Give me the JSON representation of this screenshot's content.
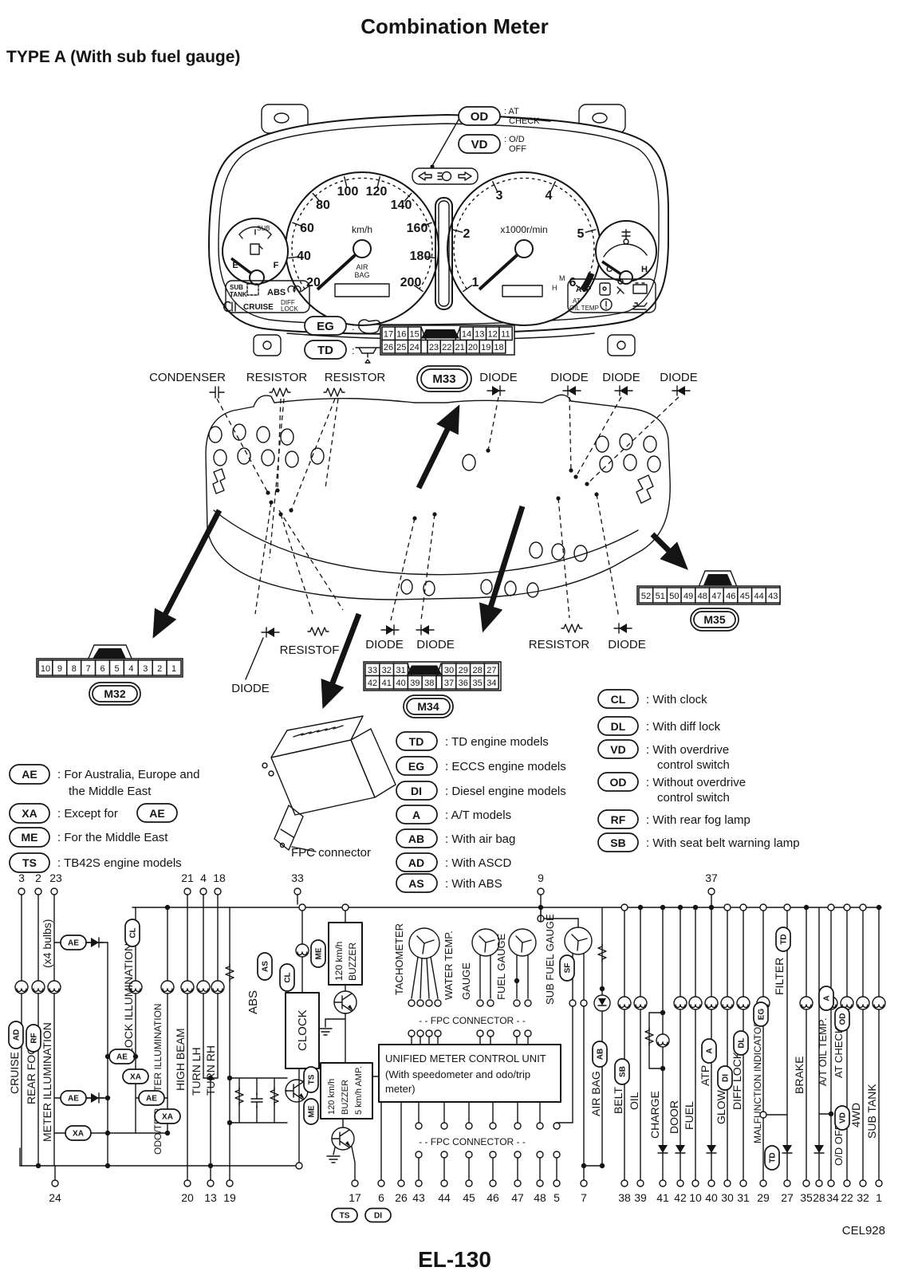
{
  "page": {
    "title": "Combination Meter",
    "subtitle": "TYPE A (With sub fuel gauge)",
    "page_number": "EL-130",
    "figure_code": "CEL928"
  },
  "misc": {
    "colon": ":"
  },
  "cluster": {
    "od": {
      "tag": "OD",
      "line1": ": AT",
      "line2": "CHECK"
    },
    "vd": {
      "tag": "VD",
      "line1": ": O/D",
      "line2": "OFF"
    },
    "speedo": {
      "unit": "km/h",
      "airbag1": "AIR",
      "airbag2": "BAG",
      "ticks": [
        "20",
        "40",
        "60",
        "80",
        "100",
        "120",
        "140",
        "160",
        "180",
        "200"
      ]
    },
    "tacho": {
      "unit": "x1000r/min",
      "m": "M",
      "h": "H",
      "ticks": [
        "1",
        "2",
        "3",
        "4",
        "5",
        "6"
      ]
    },
    "fuel": {
      "sub": "SUB",
      "e": "E",
      "f": "F"
    },
    "temp": {
      "c": "C",
      "h": "H"
    },
    "warn_left": {
      "l1": "SUB",
      "l2": "TANK",
      "abs": "ABS",
      "cruise": "CRUISE",
      "d1": "DIFF",
      "d2": "LOCK"
    },
    "warn_right": {
      "atp": "ATP",
      "a1": "AT",
      "a2": "OIL TEMP"
    }
  },
  "connectors": {
    "eg": "EG",
    "td": "TD",
    "m33": {
      "name": "M33",
      "r1l": [
        "17",
        "16",
        "15"
      ],
      "r1r": [
        "14",
        "13",
        "12",
        "11"
      ],
      "r2l": [
        "26",
        "25",
        "24"
      ],
      "r2r": [
        "23",
        "22",
        "21",
        "20",
        "19",
        "18"
      ]
    },
    "m34": {
      "name": "M34",
      "r1l": [
        "33",
        "32",
        "31"
      ],
      "r1r": [
        "30",
        "29",
        "28",
        "27"
      ],
      "r2l": [
        "42",
        "41",
        "40",
        "39",
        "38"
      ],
      "r2r": [
        "37",
        "36",
        "35",
        "34"
      ]
    },
    "m35": {
      "name": "M35",
      "row": [
        "52",
        "51",
        "50",
        "49",
        "48",
        "47",
        "46",
        "45",
        "44",
        "43"
      ]
    },
    "m32": {
      "name": "M32",
      "row": [
        "10",
        "9",
        "8",
        "7",
        "6",
        "5",
        "4",
        "3",
        "2",
        "1"
      ]
    }
  },
  "components": {
    "condenser": "CONDENSER",
    "resistor1": "RESISTOR",
    "resistor2": "RESISTOR",
    "diode1": "DIODE",
    "diode2": "DIODE",
    "diode3": "DIODE",
    "diode4": "DIODE",
    "resistof": "RESISTOF",
    "diode5": "DIODE",
    "diode6": "DIODE",
    "diode7": "DIODE",
    "resistor3": "RESISTOR",
    "diode8": "DIODE",
    "fpc": "FPC connector"
  },
  "legend_left": [
    {
      "tag": "AE",
      "text": ": For Australia, Europe and",
      "text2": "the Middle East"
    },
    {
      "tag": "XA",
      "text": ": Except for",
      "inline": "AE"
    },
    {
      "tag": "ME",
      "text": ": For the Middle East"
    },
    {
      "tag": "TS",
      "text": ": TB42S engine models"
    }
  ],
  "legend_mid": [
    {
      "tag": "TD",
      "text": ": TD engine models"
    },
    {
      "tag": "EG",
      "text": ": ECCS engine models"
    },
    {
      "tag": "DI",
      "text": ": Diesel engine models"
    },
    {
      "tag": "A",
      "text": ": A/T models"
    },
    {
      "tag": "AB",
      "text": ": With air bag"
    },
    {
      "tag": "AD",
      "text": ": With ASCD"
    },
    {
      "tag": "AS",
      "text": ": With ABS"
    }
  ],
  "legend_right": [
    {
      "tag": "CL",
      "text": ": With clock"
    },
    {
      "tag": "DL",
      "text": ": With diff lock"
    },
    {
      "tag": "VD",
      "text": ": With overdrive",
      "text2": "control switch"
    },
    {
      "tag": "OD",
      "text": ": Without overdrive",
      "text2": "control switch"
    },
    {
      "tag": "RF",
      "text": ": With rear fog lamp"
    },
    {
      "tag": "SB",
      "text": ": With seat belt warning lamp"
    }
  ],
  "wiring": {
    "pins_top": [
      "3",
      "2",
      "23",
      "21",
      "4",
      "18",
      "33",
      "9",
      "37"
    ],
    "pins_bottom": [
      "24",
      "20",
      "13",
      "19",
      "17",
      "6",
      "26",
      "43",
      "44",
      "45",
      "46",
      "47",
      "48",
      "5",
      "7",
      "38",
      "39",
      "41",
      "42",
      "10",
      "40",
      "30",
      "31",
      "29",
      "27",
      "35",
      "28",
      "34",
      "22",
      "32",
      "1"
    ],
    "fpc_row": "- - FPC CONNECTOR - -",
    "labels": {
      "cruise": "CRUISE",
      "rear_fog": "REAR FOG",
      "meter_illum": "METER ILLUMINATION",
      "x4_bulbs": "(x4 bulbs)",
      "clock_illum": "CLOCK ILLUMINATION",
      "odo_illum": "ODO/TRIP METER ILLUMINATION",
      "high_beam": "HIGH BEAM",
      "turn_lh": "TURN LH",
      "turn_rh": "TURN RH",
      "abs": "ABS",
      "tachometer": "TACHOMETER",
      "water1": "WATER TEMP.",
      "water2": "GAUGE",
      "fuel_gauge": "FUEL GAUGE",
      "sub_fuel": "SUB FUEL GAUGE",
      "air_bag": "AIR BAG",
      "belt": "BELT",
      "oil": "OIL",
      "charge": "CHARGE",
      "door": "DOOR",
      "fuel": "FUEL",
      "atp": "ATP",
      "glow": "GLOW",
      "diff_lock": "DIFF LOCK",
      "malfunction": "MALFUNCTION INDICATOR",
      "filter": "FILTER",
      "brake": "BRAKE",
      "at_oil_temp": "A/T OIL TEMP.",
      "at_check": "AT CHECK",
      "od_off": "O/D OFF",
      "fourwd": "4WD",
      "sub_tank": "SUB TANK"
    },
    "tags": {
      "AD": "AD",
      "RF": "RF",
      "CL": "CL",
      "AS": "AS",
      "AE": "AE",
      "XA": "XA",
      "ME": "ME",
      "TS": "TS",
      "DI": "DI",
      "SF": "SF",
      "AB": "AB",
      "SB": "SB",
      "A": "A",
      "DL": "DL",
      "EG": "EG",
      "TD": "TD",
      "OD": "OD",
      "VD": "VD"
    },
    "boxes": {
      "buzzer1": "120 km/h",
      "buzzer2": "BUZZER",
      "amp": "5 km/h AMP.",
      "clock": "CLOCK",
      "umcu1": "UNIFIED METER CONTROL UNIT",
      "umcu2": "(With speedometer and odo/trip",
      "umcu3": "meter)"
    }
  }
}
